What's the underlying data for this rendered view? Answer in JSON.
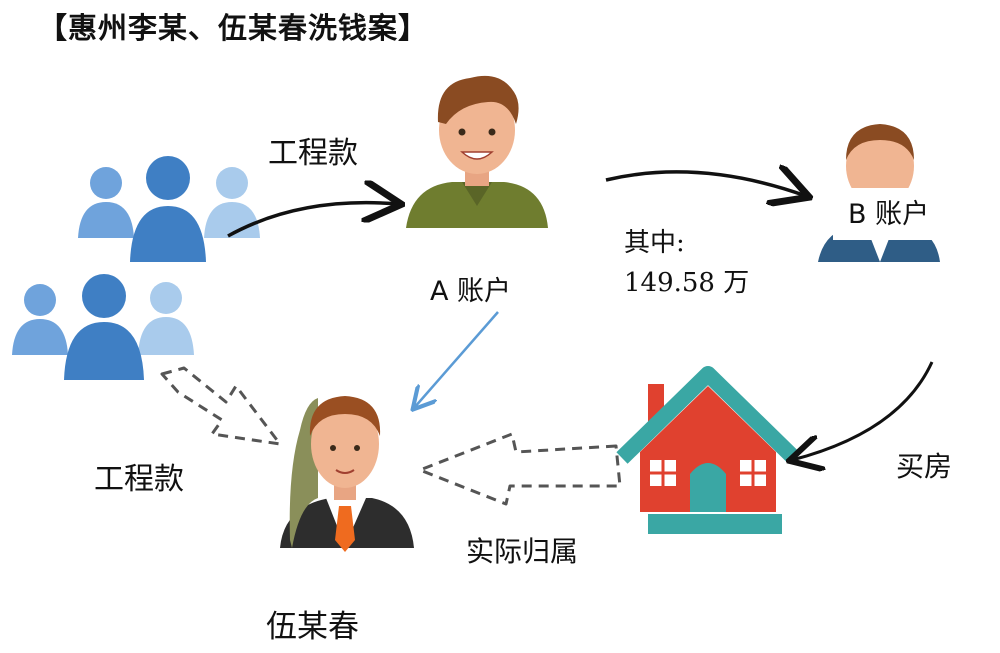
{
  "title": "【惠州李某、伍某春洗钱案】",
  "labels": {
    "engineering_fund_top": "工程款",
    "engineering_fund_bottom": "工程款",
    "account_a": "A 账户",
    "account_b": "B 账户",
    "among_label": "其中:",
    "amount": "149.58 万",
    "buy_house": "买房",
    "actual_ownership": "实际归属",
    "person_name": "伍某春"
  },
  "icons": {
    "group_top": "people-group-icon",
    "group_bottom": "people-group-icon",
    "person_a": "young-man-icon",
    "person_b": "man-in-suit-icon",
    "person_wu": "businessman-icon",
    "house": "house-icon"
  },
  "colors": {
    "people_blue": "#4a86c8",
    "people_light": "#a9cbec",
    "shirt_green": "#6f7d2f",
    "house_red": "#e0412f",
    "roof_teal": "#3aa7a4",
    "arrow_blue": "#5b9bd5",
    "arrow_black": "#111111",
    "dash_gray": "#555555"
  }
}
